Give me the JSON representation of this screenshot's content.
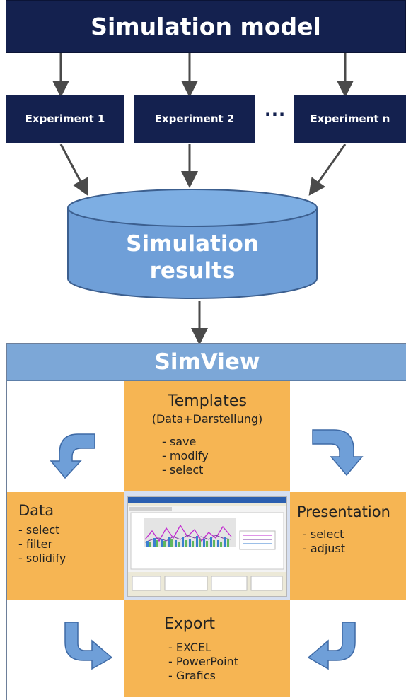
{
  "model": {
    "title": "Simulation model"
  },
  "experiments": [
    "Experiment 1",
    "Experiment 2",
    "Experiment n"
  ],
  "ellipsis": "···",
  "results": {
    "line1": "Simulation",
    "line2": "results"
  },
  "simview": {
    "title": "SimView",
    "templates": {
      "title": "Templates",
      "subtitle": "(Data+Darstellung)",
      "items": [
        "- save",
        "- modify",
        "- select"
      ]
    },
    "data": {
      "title": "Data",
      "items": [
        "- select",
        "- filter",
        "- solidify"
      ]
    },
    "presentation": {
      "title": "Presentation",
      "items": [
        "- select",
        "- adjust"
      ]
    },
    "export": {
      "title": "Export",
      "items": [
        "- EXCEL",
        "- PowerPoint",
        "- Grafics"
      ]
    }
  },
  "colors": {
    "navy": "#14214f",
    "blue": "#7ca7d7",
    "orange": "#f6b553",
    "arrow_blue": "#6f9fd8"
  },
  "icons": [
    "curved-arrow-down-left-icon",
    "curved-arrow-down-right-icon",
    "curved-arrow-right-icon",
    "curved-arrow-left-icon"
  ]
}
